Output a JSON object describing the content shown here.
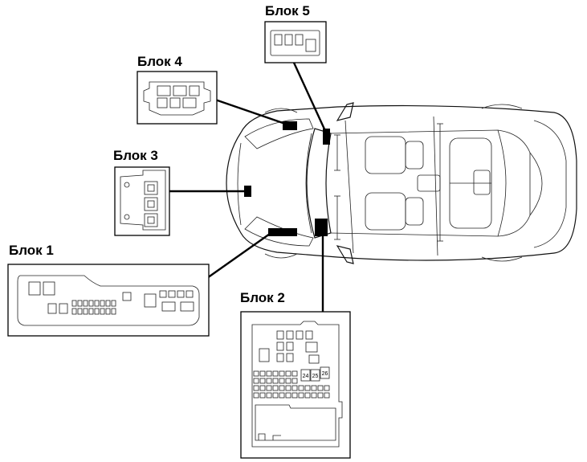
{
  "blocks": [
    {
      "id": "block1",
      "label": "Блок 1"
    },
    {
      "id": "block2",
      "label": "Блок 2"
    },
    {
      "id": "block3",
      "label": "Блок 3"
    },
    {
      "id": "block4",
      "label": "Блок 4"
    },
    {
      "id": "block5",
      "label": "Блок 5"
    }
  ],
  "block2_fuse_numbers": [
    "24",
    "25",
    "26"
  ],
  "colors": {
    "line": "#000000",
    "background": "#ffffff",
    "marker": "#000000"
  }
}
